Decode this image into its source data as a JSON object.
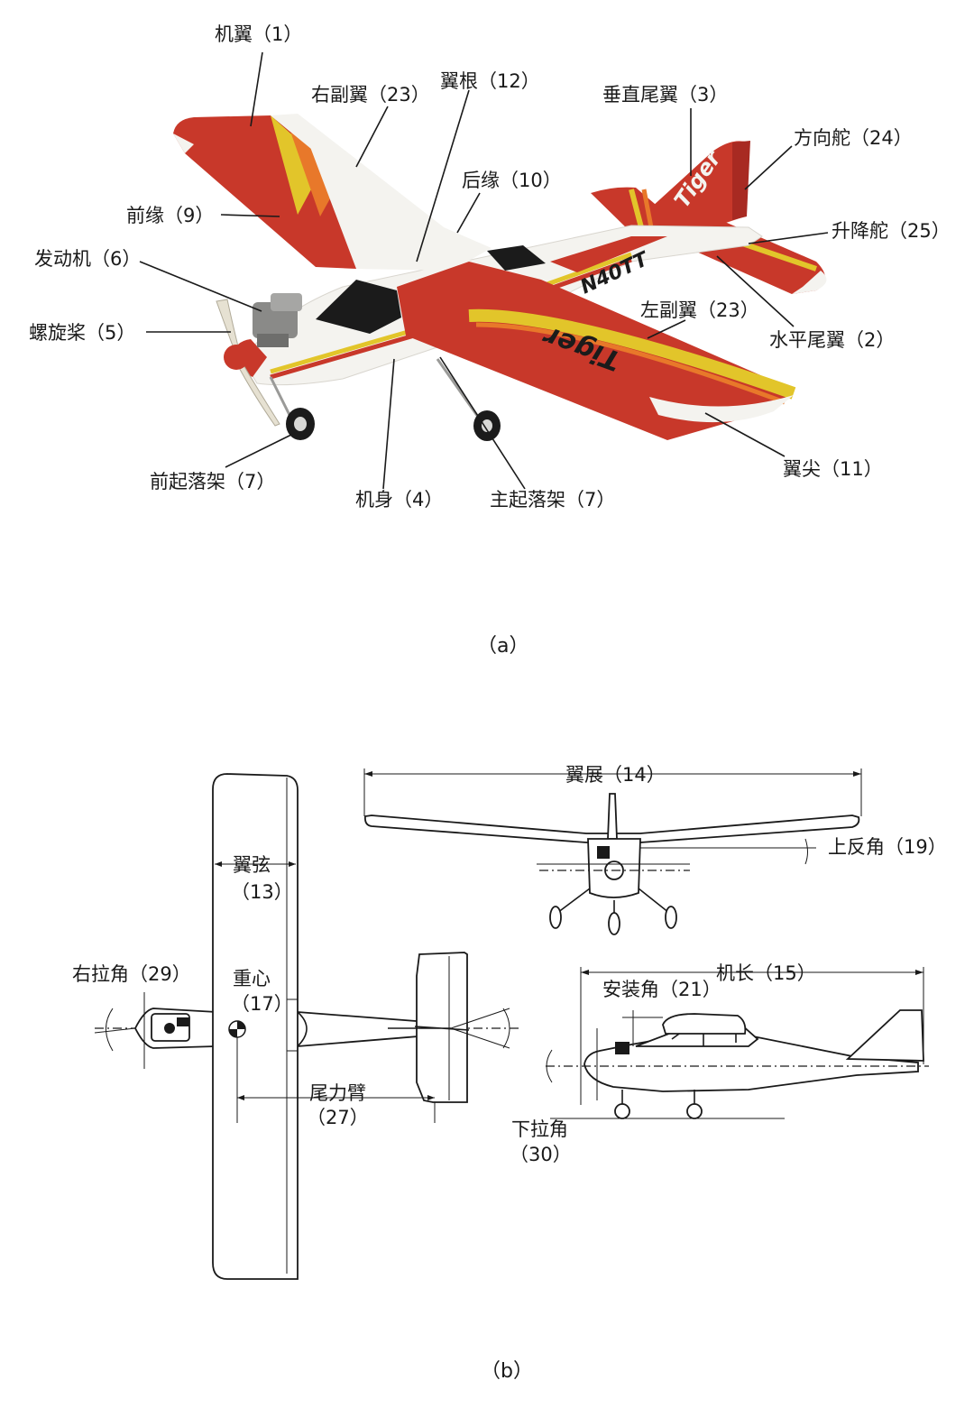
{
  "colors": {
    "wing_red": "#c8382a",
    "wing_dark_red": "#a82a22",
    "stripe_yellow": "#e2c52a",
    "stripe_orange": "#e8782a",
    "body_white": "#f4f3ef",
    "canopy_black": "#1b1b1b",
    "line": "#1a1a1a"
  },
  "figure_a": {
    "caption": "（a）",
    "labels": {
      "wing": "机翼（1）",
      "right_aileron": "右副翼（23）",
      "wing_root": "翼根（12）",
      "vertical_tail": "垂直尾翼（3）",
      "rudder": "方向舵（24）",
      "trailing_edge": "后缘（10）",
      "leading_edge": "前缘（9）",
      "elevator": "升降舵（25）",
      "engine": "发动机（6）",
      "left_aileron": "左副翼（23）",
      "horizontal_tail": "水平尾翼（2）",
      "propeller": "螺旋桨（5）",
      "wing_tip": "翼尖（11）",
      "nose_gear": "前起落架（7）",
      "fuselage": "机身（4）",
      "main_gear": "主起落架（7）"
    },
    "decals": {
      "tail_text": "Tiger",
      "fuselage_text": "N40TT",
      "wing_text": "Tiger"
    }
  },
  "figure_b": {
    "caption": "（b）",
    "labels": {
      "wingspan": "翼展（14）",
      "dihedral": "上反角（19）",
      "chord_1": "翼弦",
      "chord_2": "（13）",
      "right_thrust_angle": "右拉角（29）",
      "cg_1": "重心",
      "cg_2": "（17）",
      "length": "机长（15）",
      "incidence": "安装角（21）",
      "tail_arm_1": "尾力臂",
      "tail_arm_2": "（27）",
      "down_thrust_1": "下拉角",
      "down_thrust_2": "（30）"
    }
  }
}
